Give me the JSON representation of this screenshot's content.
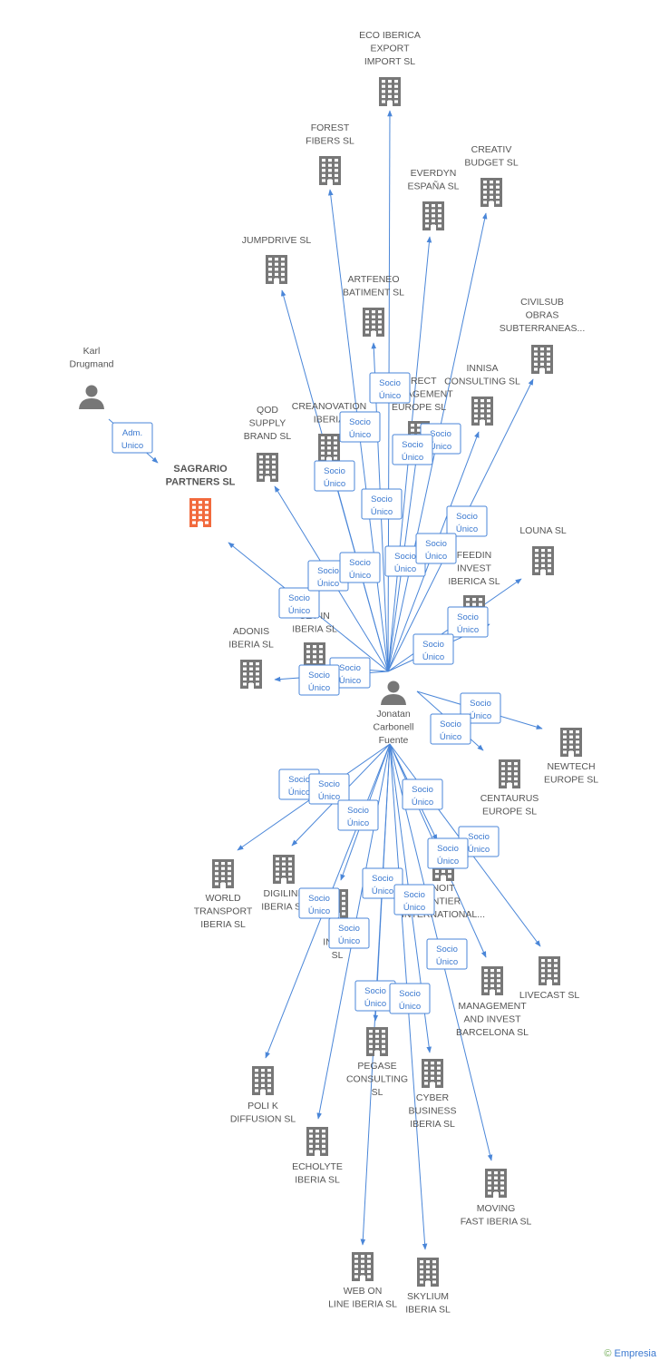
{
  "colors": {
    "edge": "#4a86d8",
    "badge_text": "#3b79d0",
    "icon": "#777777",
    "highlight": "#f26a3d",
    "label": "#555555"
  },
  "nodes": [
    {
      "id": "karl",
      "type": "person",
      "lines": [
        "Karl",
        "Drugmand"
      ]
    },
    {
      "id": "sagrario",
      "type": "company",
      "main": true,
      "lines": [
        "SAGRARIO",
        "PARTNERS SL"
      ]
    },
    {
      "id": "jonatan",
      "type": "person",
      "lines": [
        "Jonatan",
        "Carbonell",
        "Fuente"
      ]
    },
    {
      "id": "ecoiberica",
      "type": "company",
      "lines": [
        "ECO IBERICA",
        "EXPORT",
        "IMPORT SL"
      ]
    },
    {
      "id": "forest",
      "type": "company",
      "lines": [
        "FOREST",
        "FIBERS SL"
      ]
    },
    {
      "id": "creativ",
      "type": "company",
      "lines": [
        "CREATIV",
        "BUDGET SL"
      ]
    },
    {
      "id": "everdyn",
      "type": "company",
      "lines": [
        "EVERDYN",
        "ESPAÑA SL"
      ]
    },
    {
      "id": "jumpdrive",
      "type": "company",
      "lines": [
        "JUMPDRIVE SL"
      ]
    },
    {
      "id": "artfeneo",
      "type": "company",
      "lines": [
        "ARTFENEO",
        "BATIMENT SL"
      ]
    },
    {
      "id": "civilsub",
      "type": "company",
      "lines": [
        "CIVILSUB",
        "OBRAS",
        "SUBTERRANEAS..."
      ]
    },
    {
      "id": "direct",
      "type": "company",
      "lines": [
        "DIRECT",
        "MANAGEMENT",
        "EUROPE SL"
      ]
    },
    {
      "id": "innisa",
      "type": "company",
      "lines": [
        "INNISA",
        "CONSULTING SL"
      ]
    },
    {
      "id": "qod",
      "type": "company",
      "lines": [
        "QOD",
        "SUPPLY",
        "BRAND SL"
      ]
    },
    {
      "id": "creanovation",
      "type": "company",
      "lines": [
        "CREANOVATION",
        "IBERIA"
      ]
    },
    {
      "id": "louna",
      "type": "company",
      "lines": [
        "LOUNA SL"
      ]
    },
    {
      "id": "feedin",
      "type": "company",
      "lines": [
        "FEEDIN",
        "INVEST",
        "IBERICA SL"
      ]
    },
    {
      "id": "setin",
      "type": "company",
      "lines": [
        "SET IN",
        "IBERIA SL"
      ]
    },
    {
      "id": "adonis",
      "type": "company",
      "lines": [
        "ADONIS",
        "IBERIA SL"
      ]
    },
    {
      "id": "newtech",
      "type": "company",
      "lines": [
        "NEWTECH",
        "EUROPE SL"
      ]
    },
    {
      "id": "centaurus",
      "type": "company",
      "lines": [
        "CENTAURUS",
        "EUROPE SL"
      ]
    },
    {
      "id": "world",
      "type": "company",
      "lines": [
        "WORLD",
        "TRANSPORT",
        "IBERIA SL"
      ]
    },
    {
      "id": "digilink",
      "type": "company",
      "lines": [
        "DIGILINK",
        "IBERIA SL"
      ]
    },
    {
      "id": "develop",
      "type": "company",
      "lines": [
        "DEL",
        "INVES",
        "SL"
      ]
    },
    {
      "id": "avenir",
      "type": "company",
      "lines": [
        "NOIT",
        "ENTIER",
        "INTERNATIONAL..."
      ]
    },
    {
      "id": "livecast",
      "type": "company",
      "lines": [
        "LIVECAST SL"
      ]
    },
    {
      "id": "management",
      "type": "company",
      "lines": [
        "MANAGEMENT",
        "AND INVEST",
        "BARCELONA SL"
      ]
    },
    {
      "id": "pegase",
      "type": "company",
      "lines": [
        "PEGASE",
        "CONSULTING",
        "SL"
      ]
    },
    {
      "id": "polik",
      "type": "company",
      "lines": [
        "POLI K",
        "DIFFUSION SL"
      ]
    },
    {
      "id": "cyber",
      "type": "company",
      "lines": [
        "CYBER",
        "BUSINESS",
        "IBERIA SL"
      ]
    },
    {
      "id": "echolyte",
      "type": "company",
      "lines": [
        "ECHOLYTE",
        "IBERIA SL"
      ]
    },
    {
      "id": "moving",
      "type": "company",
      "lines": [
        "MOVING",
        "FAST IBERIA SL"
      ]
    },
    {
      "id": "webon",
      "type": "company",
      "lines": [
        "WEB ON",
        "LINE IBERIA SL"
      ]
    },
    {
      "id": "skylium",
      "type": "company",
      "lines": [
        "SKYLIUM",
        "IBERIA SL"
      ]
    }
  ],
  "edges": [
    {
      "from": "karl",
      "to": "sagrario",
      "badge": [
        "Adm.",
        "Unico"
      ]
    },
    {
      "from": "jonatan",
      "to": "sagrario",
      "badge": [
        "Socio",
        "Único"
      ]
    },
    {
      "from": "jonatan",
      "to": "ecoiberica",
      "badge": [
        "Socio",
        "Único"
      ]
    },
    {
      "from": "jonatan",
      "to": "forest",
      "badge": [
        "Socio",
        "Único"
      ]
    },
    {
      "from": "jonatan",
      "to": "creativ",
      "badge": [
        "Socio",
        "Único"
      ]
    },
    {
      "from": "jonatan",
      "to": "everdyn",
      "badge": [
        "Socio",
        "Único"
      ]
    },
    {
      "from": "jonatan",
      "to": "jumpdrive",
      "badge": [
        "Socio",
        "Único"
      ]
    },
    {
      "from": "jonatan",
      "to": "artfeneo",
      "badge": [
        "Socio",
        "Único"
      ]
    },
    {
      "from": "jonatan",
      "to": "civilsub",
      "badge": [
        "Socio",
        "Único"
      ]
    },
    {
      "from": "jonatan",
      "to": "direct",
      "badge": [
        "Socio",
        "Único"
      ]
    },
    {
      "from": "jonatan",
      "to": "innisa",
      "badge": [
        "Socio",
        "Único"
      ]
    },
    {
      "from": "jonatan",
      "to": "qod",
      "badge": [
        "Socio",
        "Único"
      ]
    },
    {
      "from": "jonatan",
      "to": "creanovation",
      "badge": [
        "Socio",
        "Único"
      ]
    },
    {
      "from": "jonatan",
      "to": "louna",
      "badge": [
        "Socio",
        "Único"
      ]
    },
    {
      "from": "jonatan",
      "to": "feedin",
      "badge": [
        "Socio",
        "Único"
      ]
    },
    {
      "from": "jonatan",
      "to": "setin",
      "badge": [
        "Socio",
        "Único"
      ]
    },
    {
      "from": "jonatan",
      "to": "adonis",
      "badge": [
        "Socio",
        "Único"
      ]
    },
    {
      "from": "jonatan",
      "to": "newtech",
      "badge": [
        "Socio",
        "Único"
      ]
    },
    {
      "from": "jonatan",
      "to": "centaurus",
      "badge": [
        "Socio",
        "Único"
      ]
    },
    {
      "from": "jonatan",
      "to": "world",
      "badge": [
        "Socio",
        "Único"
      ]
    },
    {
      "from": "jonatan",
      "to": "digilink",
      "badge": [
        "Socio",
        "Único"
      ]
    },
    {
      "from": "jonatan",
      "to": "develop",
      "badge": [
        "Socio",
        "Único"
      ]
    },
    {
      "from": "jonatan",
      "to": "avenir",
      "badge": [
        "Socio",
        "Único"
      ]
    },
    {
      "from": "jonatan",
      "to": "livecast",
      "badge": [
        "Socio",
        "Único"
      ]
    },
    {
      "from": "jonatan",
      "to": "management",
      "badge": [
        "Socio",
        "Único"
      ]
    },
    {
      "from": "jonatan",
      "to": "pegase",
      "badge": [
        "Socio",
        "Único"
      ]
    },
    {
      "from": "jonatan",
      "to": "polik",
      "badge": [
        "Socio",
        "Único"
      ]
    },
    {
      "from": "jonatan",
      "to": "cyber",
      "badge": [
        "Socio",
        "Único"
      ]
    },
    {
      "from": "jonatan",
      "to": "echolyte",
      "badge": [
        "Socio",
        "Único"
      ]
    },
    {
      "from": "jonatan",
      "to": "moving",
      "badge": [
        "Socio",
        "Único"
      ]
    },
    {
      "from": "jonatan",
      "to": "webon",
      "badge": [
        "Socio",
        "Único"
      ]
    },
    {
      "from": "jonatan",
      "to": "skylium",
      "badge": [
        "Socio",
        "Único"
      ]
    }
  ],
  "footer": {
    "copyright": "©",
    "brand": "Empresia"
  }
}
